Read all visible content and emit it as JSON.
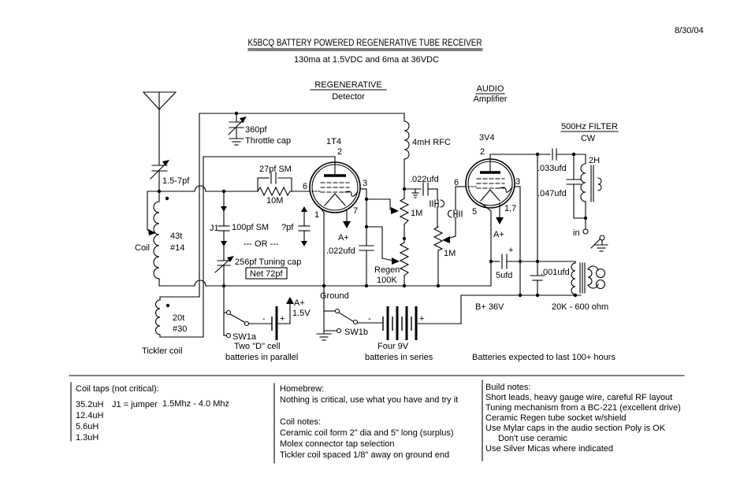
{
  "header": {
    "date": "8/30/04",
    "title": "K5BCQ BATTERY POWERED REGENERATIVE TUBE RECEIVER",
    "subtitle": "130ma at 1.5VDC and 6ma at 36VDC"
  },
  "sections": {
    "regenerative": "REGENERATIVE",
    "detector": "Detector",
    "audio": "AUDIO",
    "amplifier": "Amplifier",
    "filter500": "500Hz FILTER",
    "cw": "CW"
  },
  "labels": {
    "throttle_value": "360pf",
    "throttle_name": "Throttle cap",
    "antenna_cap": "1.5-7pf",
    "cap_27": "27pf SM",
    "res_10m": "10M",
    "j1": "J1",
    "cap_100": "100pf SM",
    "cap_unknown": "?pf",
    "or_text": "--- OR ---",
    "tuning_cap": "256pf  Tuning cap",
    "net": "Net 72pf",
    "coil": "Coil",
    "coil_turns": "43t",
    "coil_wire": "#14",
    "tickler_turns": "20t",
    "tickler_wire": "#30",
    "tickler": "Tickler coil",
    "tube1": "1T4",
    "tube2": "3V4",
    "pin1": "1",
    "pin2": "2",
    "pin3": "3",
    "pin5": "5",
    "pin6": "6",
    "pin7": "7",
    "pin17": "1,7",
    "rfc": "4mH RFC",
    "cap_022": ".022ufd",
    "res_1m": "1M",
    "regen": "Regen",
    "regen_value": "100K",
    "ground": "Ground",
    "a_plus": "A+",
    "v1_5": "1.5V",
    "sw1a": "SW1a",
    "sw1b": "SW1b",
    "minus": "-",
    "plus": "+",
    "bat1_line1": "Two \"D\" cell",
    "bat1_line2": "batteries in parallel",
    "bat2_line1": "Four 9V",
    "bat2_line2": "batteries in series",
    "battery_note": "Batteries expected to last 100+ hours",
    "b_plus": "B+  36V",
    "cap_033": ".033ufd",
    "cap_047": ".047ufd",
    "choke_2h": "2H",
    "in_terminal": "in",
    "cap_5": "5ufd",
    "cap_001": ".001ufd",
    "output_transformer": "20K - 600 ohm"
  },
  "notes": {
    "coil_taps": {
      "title": "Coil taps (not critical):",
      "taps": [
        "35.2uH",
        "12.4uH",
        "5.6uH",
        "1.3uH"
      ],
      "jumper": "J1 = jumper",
      "range": "1.5Mhz - 4.0 Mhz"
    },
    "homebrew": {
      "title": "Homebrew:",
      "line": "Nothing is critical, use what you have and try it"
    },
    "coil_notes": {
      "title": "Coil notes:",
      "lines": [
        "Ceramic coil form 2\" dia and 5\" long (surplus)",
        "Molex connector tap selection",
        "Tickler coil spaced  1/8\"  away on ground end"
      ]
    },
    "build_notes": {
      "title": "Build notes:",
      "lines": [
        "Short leads, heavy gauge wire, careful RF layout",
        "Tuning mechanism from a BC-221 (excellent drive)",
        "Ceramic Regen tube socket w/shield",
        "Use Mylar caps in the audio section Poly is OK",
        "Don't use ceramic",
        "Use Silver Micas where indicated"
      ]
    }
  },
  "colors": {
    "ink": "#000000",
    "background": "#ffffff"
  }
}
